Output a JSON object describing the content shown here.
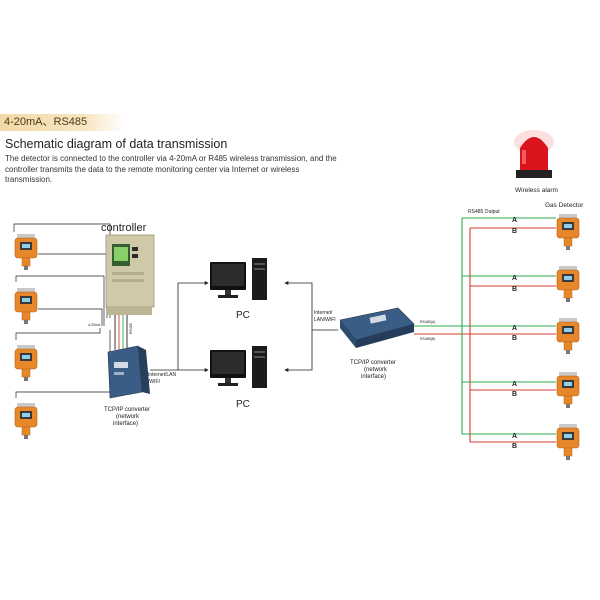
{
  "header": {
    "tag": "4-20mA、RS485",
    "heading": "Schematic diagram of data transmission",
    "description": "The detector is connected to the controller via 4-20mA or R485 wireless transmission, and the controller transmits the data to the remote monitoring center via Internet or wireless transmission."
  },
  "labels": {
    "controller": "controller",
    "pc_top": "PC",
    "pc_bottom": "PC",
    "tcp_left_1": "TCP/IP converter",
    "tcp_left_2": "(network",
    "tcp_left_3": "interface)",
    "tcp_right_1": "TCP/IP converter",
    "tcp_right_2": "(network",
    "tcp_right_3": "interface)",
    "net_left_1": "Internet/LAN",
    "net_left_2": "/WIFI",
    "net_right_1": "Internet/",
    "net_right_2": "LAN/WIFI",
    "signal_4_20": "4-20mA",
    "signal_rs485": "RS485",
    "wireless_alarm": "Wireless alarm",
    "gas_detector": "Gas Detector",
    "rs485_output": "RS485 Output",
    "rs485a": "RS485(A)",
    "rs485b": "RS485(B)",
    "bus_a": "A",
    "bus_b": "B"
  },
  "colors": {
    "detector_orange": "#e8872a",
    "bus_green": "#2ea84a",
    "bus_red": "#d93a2e",
    "wire_black": "#222222",
    "controller_beige": "#cfc9a8",
    "converter_blue": "#3a5d86",
    "alarm_red": "#d9141c"
  }
}
